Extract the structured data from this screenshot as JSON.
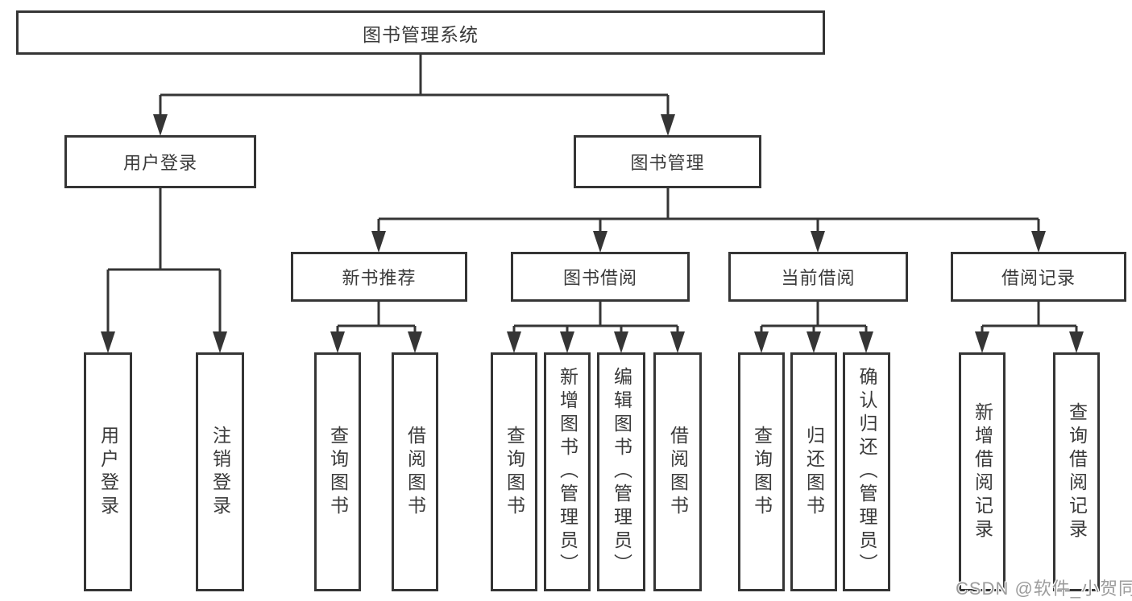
{
  "watermark": "CSDN @软件_小贺同学",
  "colors": {
    "line": "#353535",
    "box_border": "#353535",
    "text": "#3a3a3a",
    "watermark": "#9c9c9c",
    "background": "#ffffff"
  },
  "tree": {
    "root": "图书管理系统",
    "branches": [
      {
        "label": "用户登录",
        "leaves": [
          "用户登录",
          "注销登录"
        ]
      },
      {
        "label": "图书管理",
        "sections": [
          {
            "label": "新书推荐",
            "leaves": [
              "查询图书",
              "借阅图书"
            ]
          },
          {
            "label": "图书借阅",
            "leaves": [
              "查询图书",
              "新增图书（管理员）",
              "编辑图书（管理员）",
              "借阅图书"
            ]
          },
          {
            "label": "当前借阅",
            "leaves": [
              "查询图书",
              "归还图书",
              "确认归还（管理员）"
            ]
          },
          {
            "label": "借阅记录",
            "leaves": [
              "新增借阅记录",
              "查询借阅记录"
            ]
          }
        ]
      }
    ]
  }
}
